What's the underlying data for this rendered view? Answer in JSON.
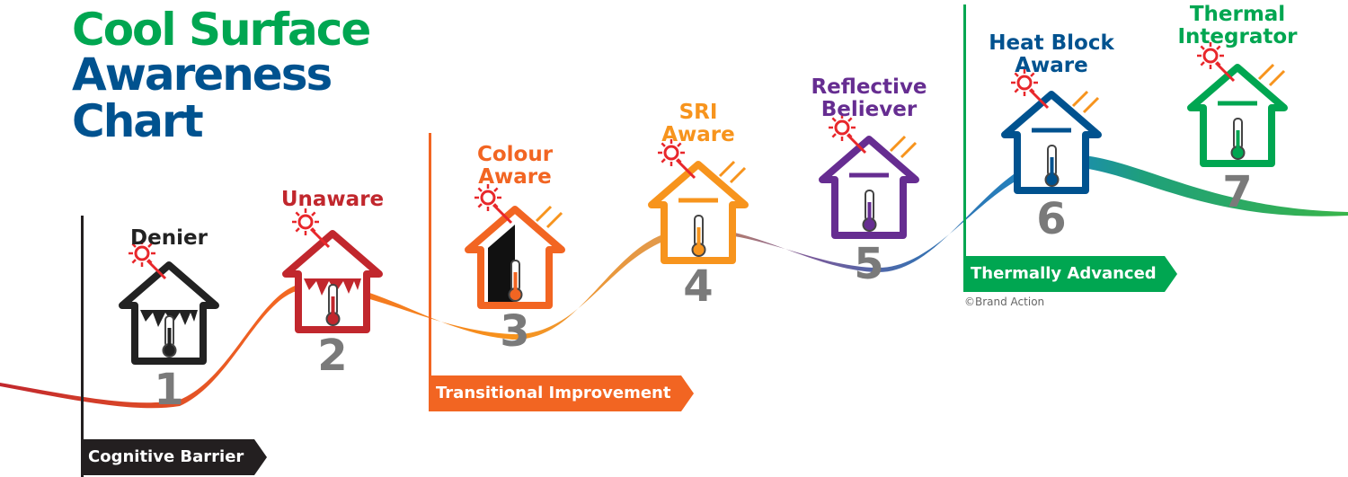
{
  "title": {
    "line1": "Cool Surface",
    "line2": "Awareness",
    "line3": "Chart"
  },
  "stages": [
    {
      "number": "1",
      "line1": "Denier",
      "line2": "",
      "color": "#222222"
    },
    {
      "number": "2",
      "line1": "Unaware",
      "line2": "",
      "color": "#c1272d"
    },
    {
      "number": "3",
      "line1": "Colour",
      "line2": "Aware",
      "color": "#f26522"
    },
    {
      "number": "4",
      "line1": "SRI",
      "line2": "Aware",
      "color": "#f7941d"
    },
    {
      "number": "5",
      "line1": "Reflective",
      "line2": "Believer",
      "color": "#662d91"
    },
    {
      "number": "6",
      "line1": "Heat Block",
      "line2": "Aware",
      "color": "#00528f"
    },
    {
      "number": "7",
      "line1": "Thermal",
      "line2": "Integrator",
      "color": "#00a651"
    }
  ],
  "phases": [
    {
      "label": "Cognitive Barrier",
      "color": "#231f20"
    },
    {
      "label": "Transitional Improvement",
      "color": "#f26522"
    },
    {
      "label": "Thermally Advanced",
      "color": "#00a651"
    }
  ],
  "copyright": "©Brand Action"
}
